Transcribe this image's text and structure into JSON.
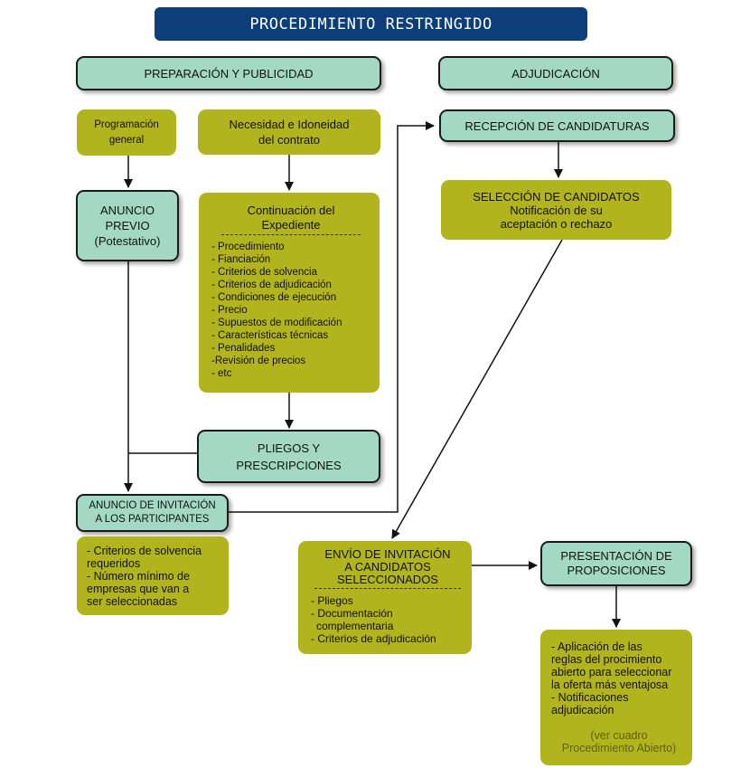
{
  "title": "PROCEDIMIENTO RESTRINGIDO",
  "headers": {
    "preparacion": "PREPARACIÓN Y PUBLICIDAD",
    "adjudicacion": "ADJUDICACIÓN"
  },
  "boxes": {
    "programacion": [
      "Programación",
      "general"
    ],
    "necesidad": [
      "Necesidad e Idoneidad",
      "del contrato"
    ],
    "anuncio_previo": [
      "ANUNCIO",
      "PREVIO",
      "(Potestativo)"
    ],
    "continuacion": {
      "title": [
        "Continuación del",
        "Expediente"
      ],
      "items": [
        "- Procedimiento",
        "- Fianciación",
        "- Criterios de solvencia",
        "- Criterios de adjudicación",
        "- Condiciones de ejecución",
        "- Precio",
        "- Supuestos de modificación",
        "- Características técnicas",
        "- Penalidades",
        "-Revisión de precios",
        "- etc"
      ]
    },
    "pliegos": [
      "PLIEGOS Y",
      "PRESCRIPCIONES"
    ],
    "anuncio_invitacion": [
      "ANUNCIO DE INVITACIÓN",
      "A LOS PARTICIPANTES"
    ],
    "criterios_solvencia": [
      "- Criterios de solvencia",
      "requeridos",
      "- Número mínimo de",
      "empresas que van a",
      "ser seleccionadas"
    ],
    "recepcion": "RECEPCIÓN DE CANDIDATURAS",
    "seleccion": [
      "SELECCIÓN DE CANDIDATOS",
      "Notificación de su",
      "aceptación o rechazo"
    ],
    "envio": {
      "title": [
        "ENVÍO DE INVITACIÓN",
        "A CANDIDATOS",
        "SELECCIONADOS"
      ],
      "items": [
        "- Pliegos",
        "- Documentación",
        "complementaria",
        "- Criterios de adjudicación"
      ]
    },
    "presentacion": [
      "PRESENTACIÓN DE",
      "PROPOSICIONES"
    ],
    "aplicacion": {
      "lines": [
        "- Aplicación de las",
        "reglas del procimiento",
        "abierto para seleccionar",
        "la oferta más ventajosa",
        "- Notificaciones",
        "adjudicación"
      ],
      "note": [
        "(ver cuadro",
        "Procedimiento Abierto)"
      ]
    }
  },
  "colors": {
    "title_bg": "#0d3e7a",
    "teal": "#a3d8c5",
    "olive": "#b2b41e",
    "note_text": "#5e6010"
  }
}
